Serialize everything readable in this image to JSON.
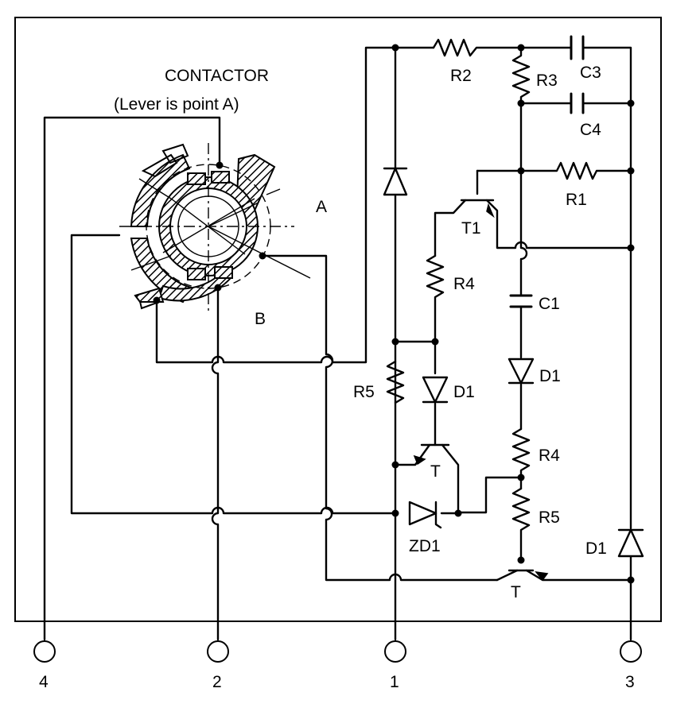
{
  "contactor": {
    "title": "CONTACTOR",
    "note": "(Lever is point A)",
    "point_a": "A",
    "point_b": "B"
  },
  "components": {
    "R1": "R1",
    "R2": "R2",
    "R3": "R3",
    "C1": "C1",
    "C3": "C3",
    "C4": "C4",
    "T1": "T1",
    "R4_top": "R4",
    "R5_left": "R5",
    "D1_mid": "D1",
    "D1_right": "D1",
    "D1_far": "D1",
    "T_mid": "T",
    "T_bottom": "T",
    "R4_right": "R4",
    "R5_right": "R5",
    "ZD1": "ZD1"
  },
  "terminals": {
    "t4": "4",
    "t2": "2",
    "t1": "1",
    "t3": "3"
  }
}
